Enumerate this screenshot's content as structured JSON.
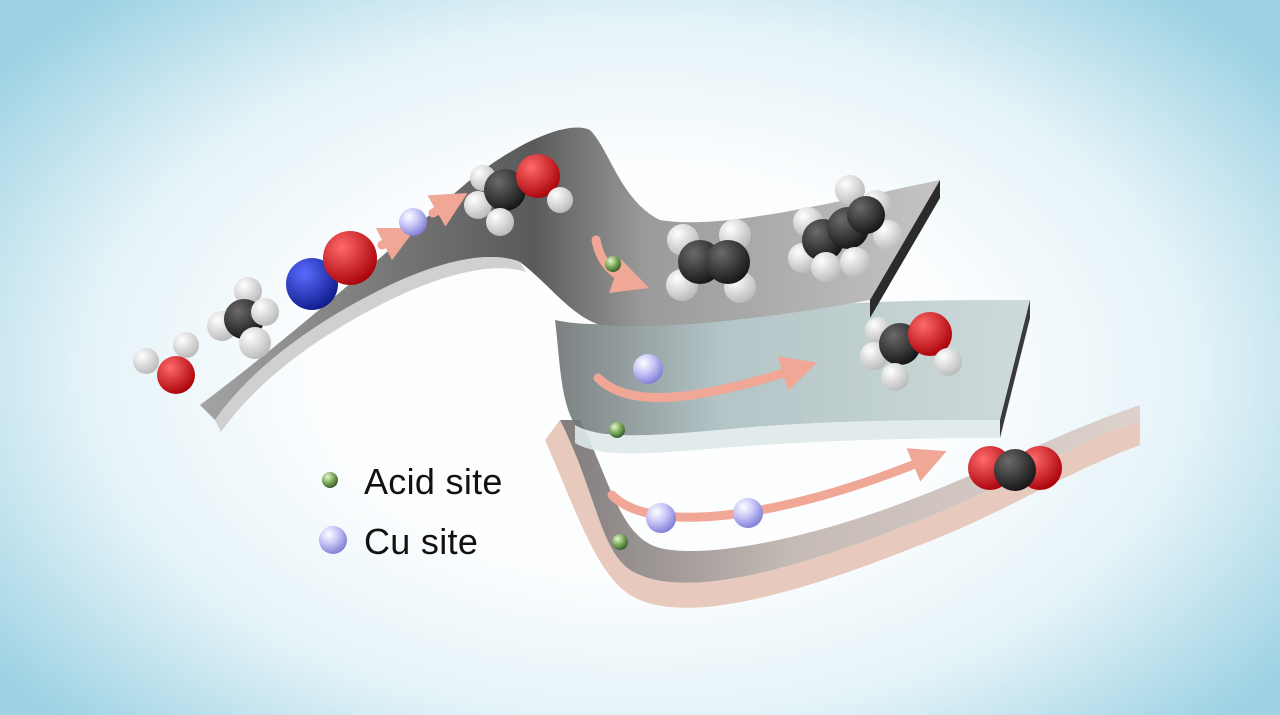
{
  "legend": {
    "items": [
      {
        "marker": "small-green-sphere",
        "color": "#5f8f45",
        "label": "Acid site"
      },
      {
        "marker": "lavender-sphere",
        "color": "#b2b0f2",
        "label": "Cu site"
      }
    ]
  },
  "molecules": [
    "water",
    "methane",
    "nitric-oxide",
    "methanol",
    "ethylene",
    "propylene",
    "methanol",
    "carbon-dioxide"
  ],
  "colors": {
    "background_edge": "#9fd3e4",
    "sheet_dark": "#6e6e6e",
    "arrow": "#f0a796",
    "carbon": "#2b2b2b",
    "hydrogen": "#f2f2f2",
    "oxygen": "#e0141a",
    "nitrogen": "#1d2fc4",
    "acid_site": "#5f8f45",
    "cu_site": "#b2b0f2"
  }
}
